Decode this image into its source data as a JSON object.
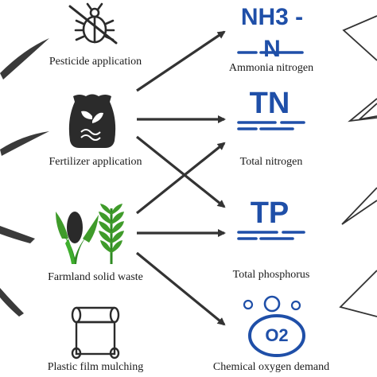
{
  "sources": [
    {
      "icon": "crossed-out-bug-icon",
      "label": "Pesticide application"
    },
    {
      "icon": "fertilizer-bag-icon",
      "label": "Fertilizer application"
    },
    {
      "icon": "crops-icon",
      "label": "Farmland solid waste"
    },
    {
      "icon": "film-roll-icon",
      "label": "Plastic film mulching"
    }
  ],
  "pollutants": [
    {
      "symbol": "NH3 - N",
      "label": "Ammonia nitrogen"
    },
    {
      "symbol": "TN",
      "label": "Total nitrogen"
    },
    {
      "symbol": "TP",
      "label": "Total phosphorus"
    },
    {
      "symbol": "O2",
      "label": "Chemical oxygen demand"
    }
  ],
  "colors": {
    "accent": "#1f4fa8",
    "ink": "#333333"
  }
}
